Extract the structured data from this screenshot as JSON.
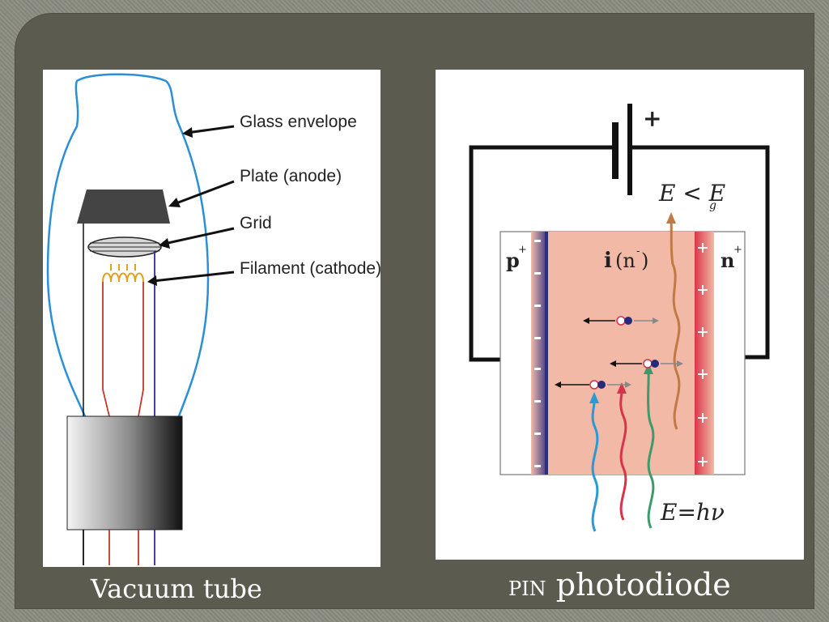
{
  "left_figure": {
    "labels": {
      "glass": "Glass envelope",
      "plate": "Plate (anode)",
      "grid": "Grid",
      "filament": "Filament (cathode)"
    },
    "caption": "Vacuum tube"
  },
  "right_figure": {
    "battery_sign": "+",
    "energy_low": "E < E",
    "energy_low_sub": "g",
    "p_label": "p",
    "p_sup": "+",
    "i_label": "i",
    "i_region": "(n",
    "i_sup": "-",
    "i_close": ")",
    "n_label": "n",
    "n_sup": "+",
    "photon_energy": "E=hν",
    "caption_small": "PIN",
    "caption_main": "photodiode",
    "colors": {
      "intrinsic": "#f2b9a6",
      "p_edge": "#3a3a8a",
      "n_edge": "#d9364a",
      "ray_blue": "#2a9ad6",
      "ray_red": "#d8334a",
      "ray_green": "#3d9a6a",
      "ray_brown": "#c27a45"
    }
  }
}
